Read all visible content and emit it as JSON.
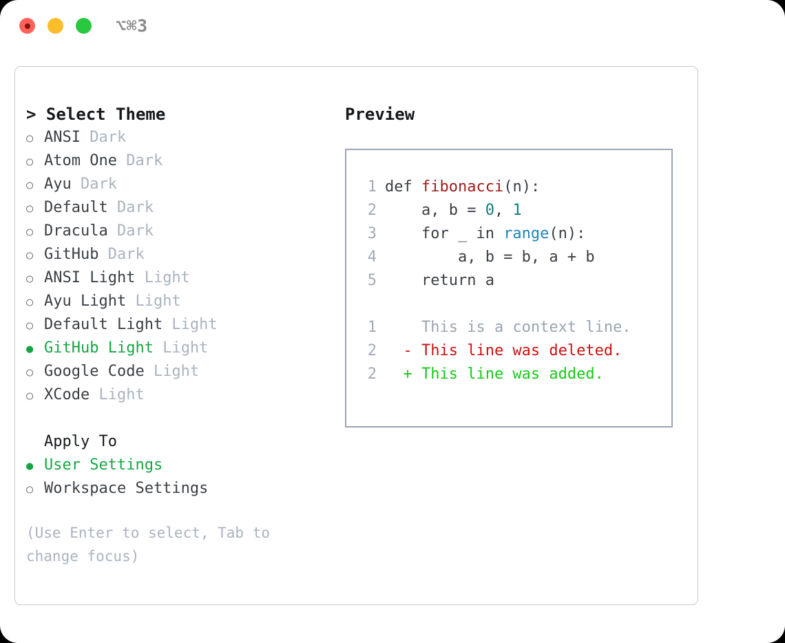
{
  "titlebar": {
    "shortcut": "⌥⌘3",
    "lights": [
      {
        "name": "close",
        "color": "#ff6159"
      },
      {
        "name": "minimize",
        "color": "#fcbd2b"
      },
      {
        "name": "maximize",
        "color": "#28c93f"
      }
    ]
  },
  "theme_panel": {
    "heading": "> Select Theme",
    "marker_unselected": "○",
    "marker_selected": "●",
    "items": [
      {
        "label": "ANSI",
        "variant": "Dark",
        "selected": false
      },
      {
        "label": "Atom One",
        "variant": "Dark",
        "selected": false
      },
      {
        "label": "Ayu",
        "variant": "Dark",
        "selected": false
      },
      {
        "label": "Default",
        "variant": "Dark",
        "selected": false
      },
      {
        "label": "Dracula",
        "variant": "Dark",
        "selected": false
      },
      {
        "label": "GitHub",
        "variant": "Dark",
        "selected": false
      },
      {
        "label": "ANSI Light",
        "variant": "Light",
        "selected": false
      },
      {
        "label": "Ayu Light",
        "variant": "Light",
        "selected": false
      },
      {
        "label": "Default Light",
        "variant": "Light",
        "selected": false
      },
      {
        "label": "GitHub Light",
        "variant": "Light",
        "selected": true
      },
      {
        "label": "Google Code",
        "variant": "Light",
        "selected": false
      },
      {
        "label": "XCode",
        "variant": "Light",
        "selected": false
      }
    ]
  },
  "apply_to": {
    "heading": "Apply To",
    "items": [
      {
        "label": "User Settings",
        "selected": true
      },
      {
        "label": "Workspace Settings",
        "selected": false
      }
    ]
  },
  "hint": "(Use Enter to select, Tab to change focus)",
  "preview": {
    "heading": "Preview",
    "code_lines": [
      {
        "num": "1",
        "segments": [
          {
            "text": "def ",
            "type": "plain"
          },
          {
            "text": "fibonacci",
            "type": "fn"
          },
          {
            "text": "(n):",
            "type": "plain"
          }
        ]
      },
      {
        "num": "2",
        "segments": [
          {
            "text": "    a, b = ",
            "type": "plain"
          },
          {
            "text": "0",
            "type": "num"
          },
          {
            "text": ", ",
            "type": "plain"
          },
          {
            "text": "1",
            "type": "num"
          }
        ]
      },
      {
        "num": "3",
        "segments": [
          {
            "text": "    for _ in ",
            "type": "plain"
          },
          {
            "text": "range",
            "type": "call"
          },
          {
            "text": "(n):",
            "type": "plain"
          }
        ]
      },
      {
        "num": "4",
        "segments": [
          {
            "text": "        a, b = b, a + b",
            "type": "plain"
          }
        ]
      },
      {
        "num": "5",
        "segments": [
          {
            "text": "    return a",
            "type": "plain"
          }
        ]
      }
    ],
    "diff_lines": [
      {
        "num": "1",
        "prefix": "  ",
        "text": "This is a context line.",
        "kind": "context"
      },
      {
        "num": "2",
        "prefix": "- ",
        "text": "This line was deleted.",
        "kind": "deleted"
      },
      {
        "num": "2",
        "prefix": "+ ",
        "text": "This line was added.",
        "kind": "added"
      }
    ]
  },
  "colors": {
    "accent_green": "#17a544",
    "muted": "#a9b3c0",
    "text": "#3a3f44",
    "function": "#9e1a1a",
    "number": "#0e7c7b",
    "call": "#1c84b8",
    "diff_add": "#16c916",
    "diff_del": "#cc1111",
    "border": "#c3cad4",
    "preview_border": "#9aa5b1"
  }
}
